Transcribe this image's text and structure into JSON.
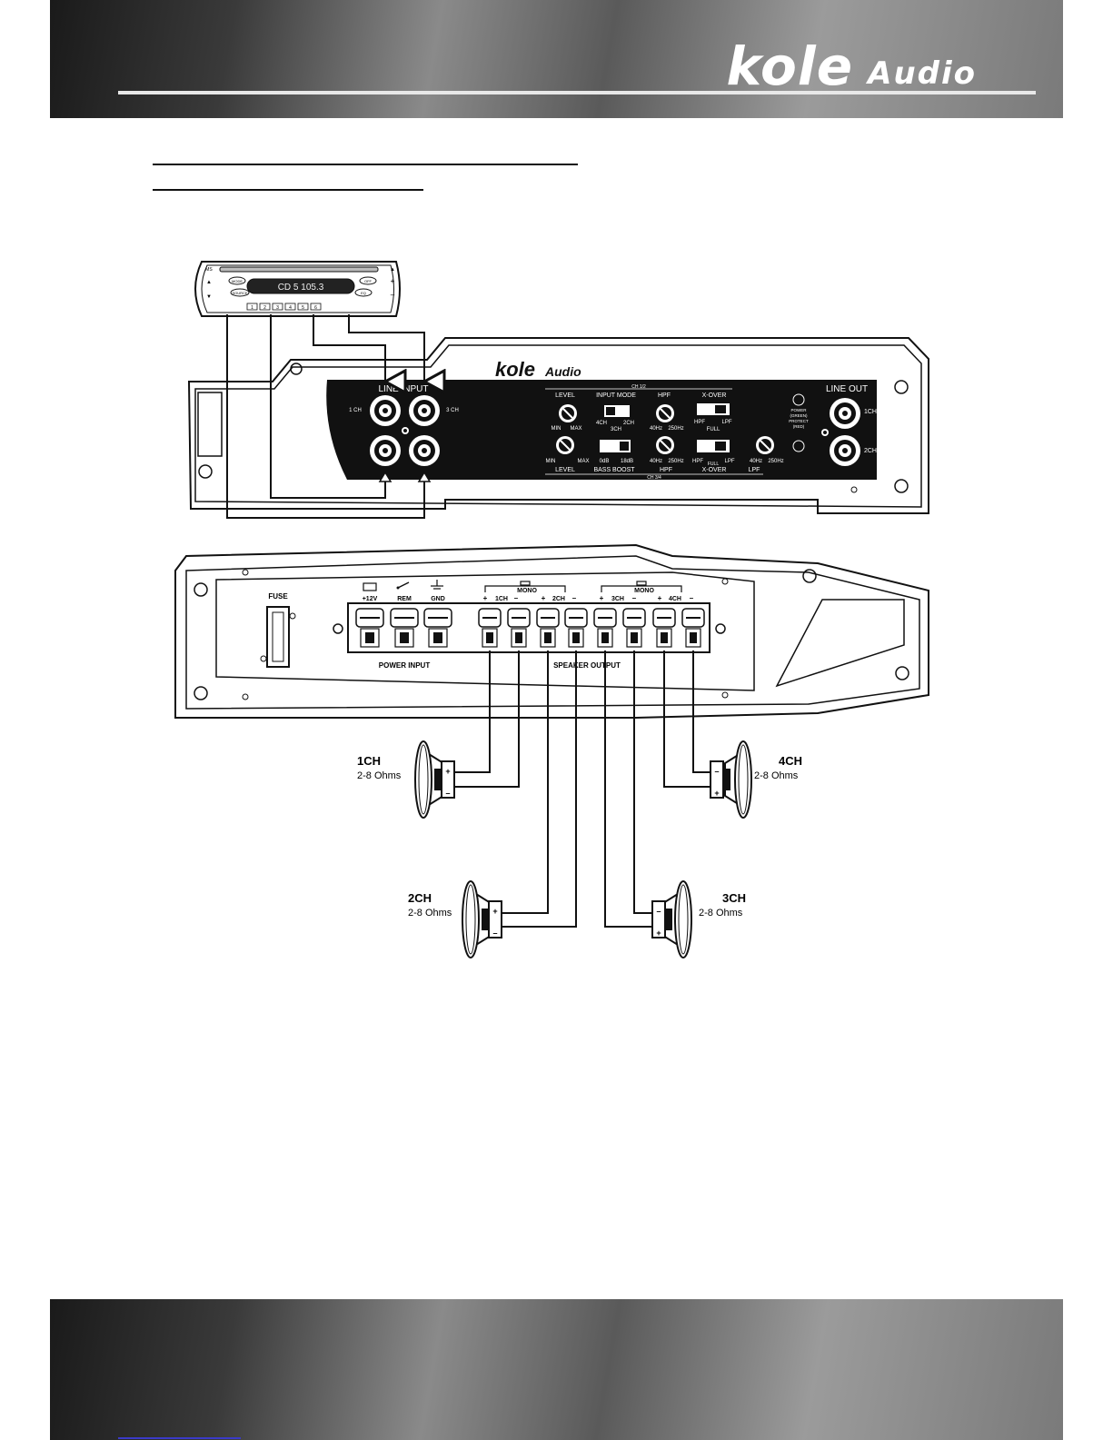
{
  "header": {
    "logo_kole": "kole",
    "logo_audio": "Audio"
  },
  "head_unit": {
    "display": "CD 5    105.3",
    "buttons": [
      "MODE",
      "OFF",
      "SOURCE",
      "EQ"
    ],
    "side_left": [
      "MS",
      "▲",
      "▼"
    ],
    "side_right": [
      "▲",
      "+",
      "–"
    ],
    "presets": [
      "1",
      "2",
      "3",
      "4",
      "5",
      "6"
    ]
  },
  "amp_front": {
    "logo_kole": "kole",
    "logo_audio": "Audio",
    "line_input": "LINE INPUT",
    "line_out": "LINE OUT",
    "in_1ch": "1 CH",
    "in_3ch": "3 CH",
    "out_1ch": "1CH",
    "out_2ch": "2CH",
    "ch12": "CH 1/2",
    "ch34": "CH 3/4",
    "top_labels": [
      "LEVEL",
      "INPUT MODE",
      "HPF",
      "X-OVER"
    ],
    "min": "MIN",
    "max": "MAX",
    "mode_4ch": "4CH",
    "mode_2ch": "2CH",
    "mode_3ch": "3CH",
    "hz_low": "40Hz",
    "hz_high": "250Hz",
    "hpf": "HPF",
    "lpf": "LPF",
    "full": "FULL",
    "db0": "0dB",
    "db18": "18dB",
    "power_led": [
      "POWER",
      "(GREEN)",
      "PROTECT",
      "(RED)"
    ],
    "bottom_labels": [
      "LEVEL",
      "BASS BOOST",
      "HPF",
      "X-OVER",
      "LPF"
    ]
  },
  "amp_back": {
    "fuse": "FUSE",
    "power_terms": [
      "+12V",
      "REM",
      "GND"
    ],
    "mono": "MONO",
    "channels": [
      "1CH",
      "2CH",
      "3CH",
      "4CH"
    ],
    "plus": "+",
    "minus": "–",
    "power_input": "POWER INPUT",
    "speaker_output": "SPEAKER OUTPUT"
  },
  "speakers": [
    {
      "channel": "1CH",
      "impedance": "2-8 Ohms"
    },
    {
      "channel": "2CH",
      "impedance": "2-8 Ohms"
    },
    {
      "channel": "3CH",
      "impedance": "2-8 Ohms"
    },
    {
      "channel": "4CH",
      "impedance": "2-8 Ohms"
    }
  ],
  "colors": {
    "line": "#111111",
    "panel": "#111111",
    "band_dark": "#1a1a1a",
    "band_light": "#9b9b9b"
  }
}
